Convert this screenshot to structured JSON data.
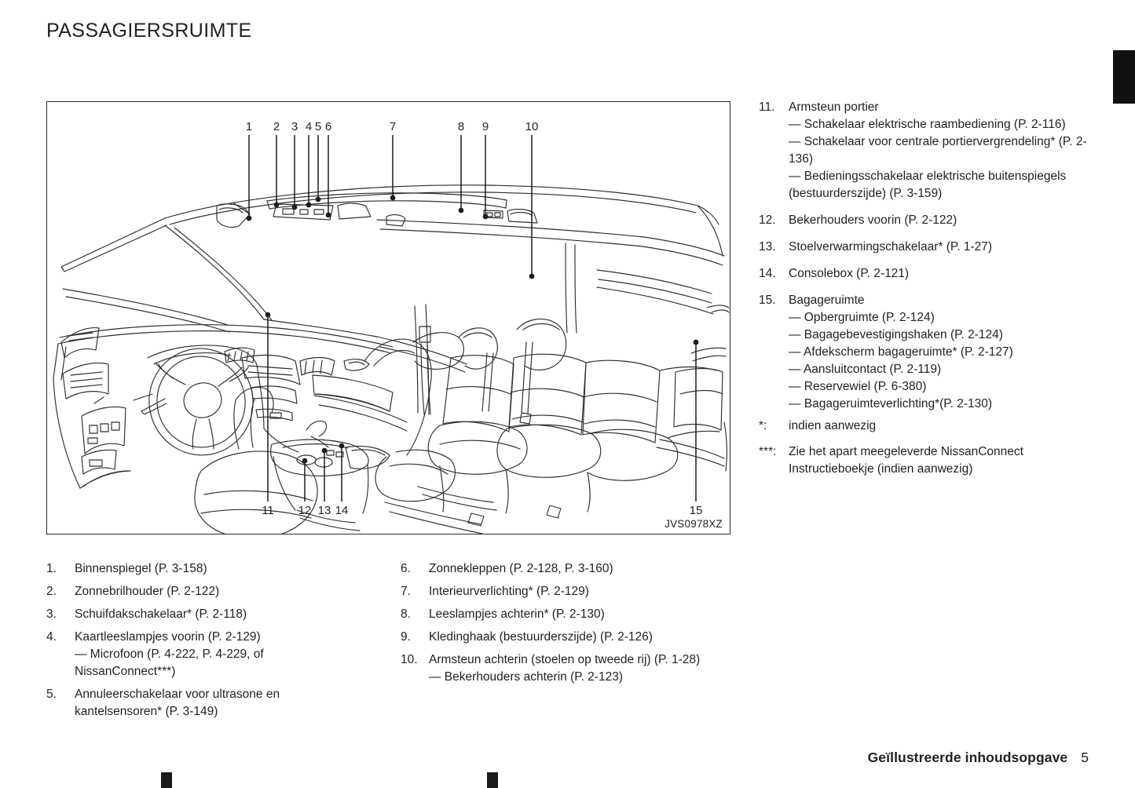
{
  "page": {
    "title": "PASSAGIERSRUIMTE",
    "figure_code": "JVS0978XZ"
  },
  "figure": {
    "callout_numbers_top": [
      "1",
      "2",
      "3",
      "4",
      "5",
      "6",
      "7",
      "8",
      "9",
      "10"
    ],
    "callout_numbers_bottom": [
      "11",
      "12",
      "13",
      "14",
      "15"
    ]
  },
  "list_right": [
    {
      "num": "11.",
      "label": "Armsteun portier",
      "sublines": [
        "— Schakelaar elektrische raambediening (P. 2-116)",
        "— Schakelaar voor centrale portiervergrendeling* (P. 2-136)",
        "— Bedieningsschakelaar elektrische buitenspiegels (bestuurderszijde) (P. 3-159)"
      ]
    },
    {
      "num": "12.",
      "label": "Bekerhouders voorin (P. 2-122)",
      "sublines": []
    },
    {
      "num": "13.",
      "label": "Stoelverwarmingschakelaar* (P. 1-27)",
      "sublines": []
    },
    {
      "num": "14.",
      "label": "Consolebox (P. 2-121)",
      "sublines": []
    },
    {
      "num": "15.",
      "label": "Bagageruimte",
      "sublines": [
        "— Opbergruimte (P. 2-124)",
        "— Bagagebevestigingshaken (P. 2-124)",
        "— Afdekscherm bagageruimte* (P. 2-127)",
        "— Aansluitcontact (P. 2-119)",
        "— Reservewiel (P. 6-380)",
        "— Bagageruimteverlichting*(P. 2-130)"
      ]
    }
  ],
  "footnotes": [
    {
      "mark": "*:",
      "text": "indien aanwezig"
    },
    {
      "mark": "***:",
      "text": "Zie het apart meegeleverde NissanConnect Instructieboekje (indien aanwezig)"
    }
  ],
  "list_bottom_left": [
    {
      "num": "1.",
      "label": "Binnenspiegel (P. 3-158)",
      "sublines": []
    },
    {
      "num": "2.",
      "label": "Zonnebrilhouder (P. 2-122)",
      "sublines": []
    },
    {
      "num": "3.",
      "label": "Schuifdakschakelaar* (P. 2-118)",
      "sublines": []
    },
    {
      "num": "4.",
      "label": "Kaartleeslampjes voorin (P. 2-129)",
      "sublines": [
        "— Microfoon (P. 4-222, P. 4-229, of NissanConnect***)"
      ]
    },
    {
      "num": "5.",
      "label": "Annuleerschakelaar voor ultrasone en kantelsensoren* (P. 3-149)",
      "sublines": []
    }
  ],
  "list_bottom_right": [
    {
      "num": "6.",
      "label": "Zonnekleppen (P. 2-128, P. 3-160)",
      "sublines": []
    },
    {
      "num": "7.",
      "label": "Interieurverlichting* (P. 2-129)",
      "sublines": []
    },
    {
      "num": "8.",
      "label": "Leeslampjes achterin* (P. 2-130)",
      "sublines": []
    },
    {
      "num": "9.",
      "label": "Kledinghaak (bestuurderszijde) (P. 2-126)",
      "sublines": []
    },
    {
      "num": "10.",
      "label": "Armsteun achterin (stoelen op tweede rij) (P. 1-28)",
      "sublines": [
        "— Bekerhouders achterin (P. 2-123)"
      ]
    }
  ],
  "footer": {
    "title": "Geïllustreerde inhoudsopgave",
    "page_number": "5"
  },
  "colors": {
    "text": "#231f20",
    "frame": "#2b2b2b",
    "tab": "#111111"
  }
}
